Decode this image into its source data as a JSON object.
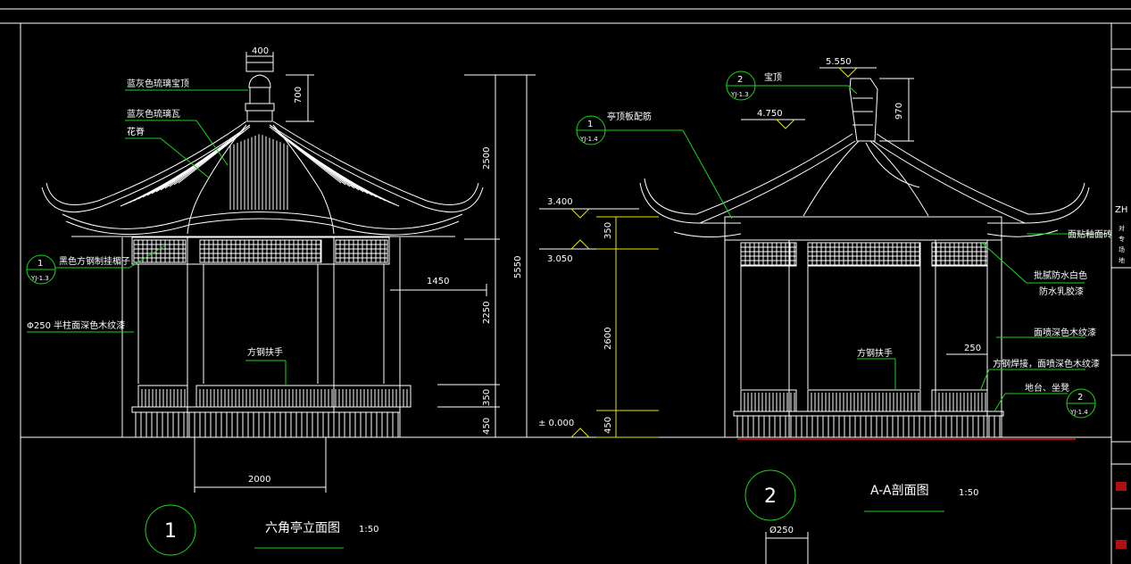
{
  "colors": {
    "background": "#000000",
    "lines": "#ffffff",
    "leaders": "#17d917",
    "dimensions": "#e6e600",
    "ground": "#e01010"
  },
  "elevation": {
    "title": "六角亭立面图",
    "scale": "1:50",
    "callout_number": "1",
    "labels": {
      "finial": "蓝灰色琉璃宝顶",
      "tiles": "蓝灰色琉璃瓦",
      "ridge": "花脊",
      "lattice": "黑色方钢制挂楣子",
      "column": "Φ250 半柱面深色木纹漆",
      "handrail": "方钢扶手"
    },
    "detail_ref": {
      "num": "1",
      "sheet": "YJ-1.3"
    },
    "dims": {
      "finial_width": "400",
      "finial_height": "700",
      "roof_height": "2500",
      "overall_height": "5550",
      "column_height": "2250",
      "railing_height": "350",
      "base_height": "450",
      "overhang": "1450",
      "bay_width": "2000"
    }
  },
  "section": {
    "title": "A-A剖面图",
    "scale": "1:50",
    "callout_number": "2",
    "labels": {
      "finial": "宝顶",
      "rafter_ref_label": "亭顶板配筋",
      "ceiling": "面贴釉面砖",
      "paint": "批腻防水白色",
      "paint2": "防水乳胶漆",
      "wood": "面喷深色木纹漆",
      "handrail": "方钢扶手",
      "weld": "方钢焊接，面喷深色木纹漆",
      "seat": "地台、坐凳"
    },
    "refs": [
      {
        "num": "2",
        "sheet": "YJ-1.3"
      },
      {
        "num": "1",
        "sheet": "YJ-1.4"
      },
      {
        "num": "2",
        "sheet": "YJ-1.4"
      }
    ],
    "levels": {
      "top": "5.550",
      "ridge": "4.750",
      "eave": "3.400",
      "beam": "3.050",
      "ground": "± 0.000"
    },
    "dims": {
      "finial_height": "970",
      "eave_height": "350",
      "column_height": "2600",
      "base_height": "450",
      "post": "250",
      "column_dia": "Ø250"
    }
  },
  "title_block": {
    "code": "ZH",
    "lines": [
      "对",
      "专",
      "场",
      "地"
    ]
  }
}
